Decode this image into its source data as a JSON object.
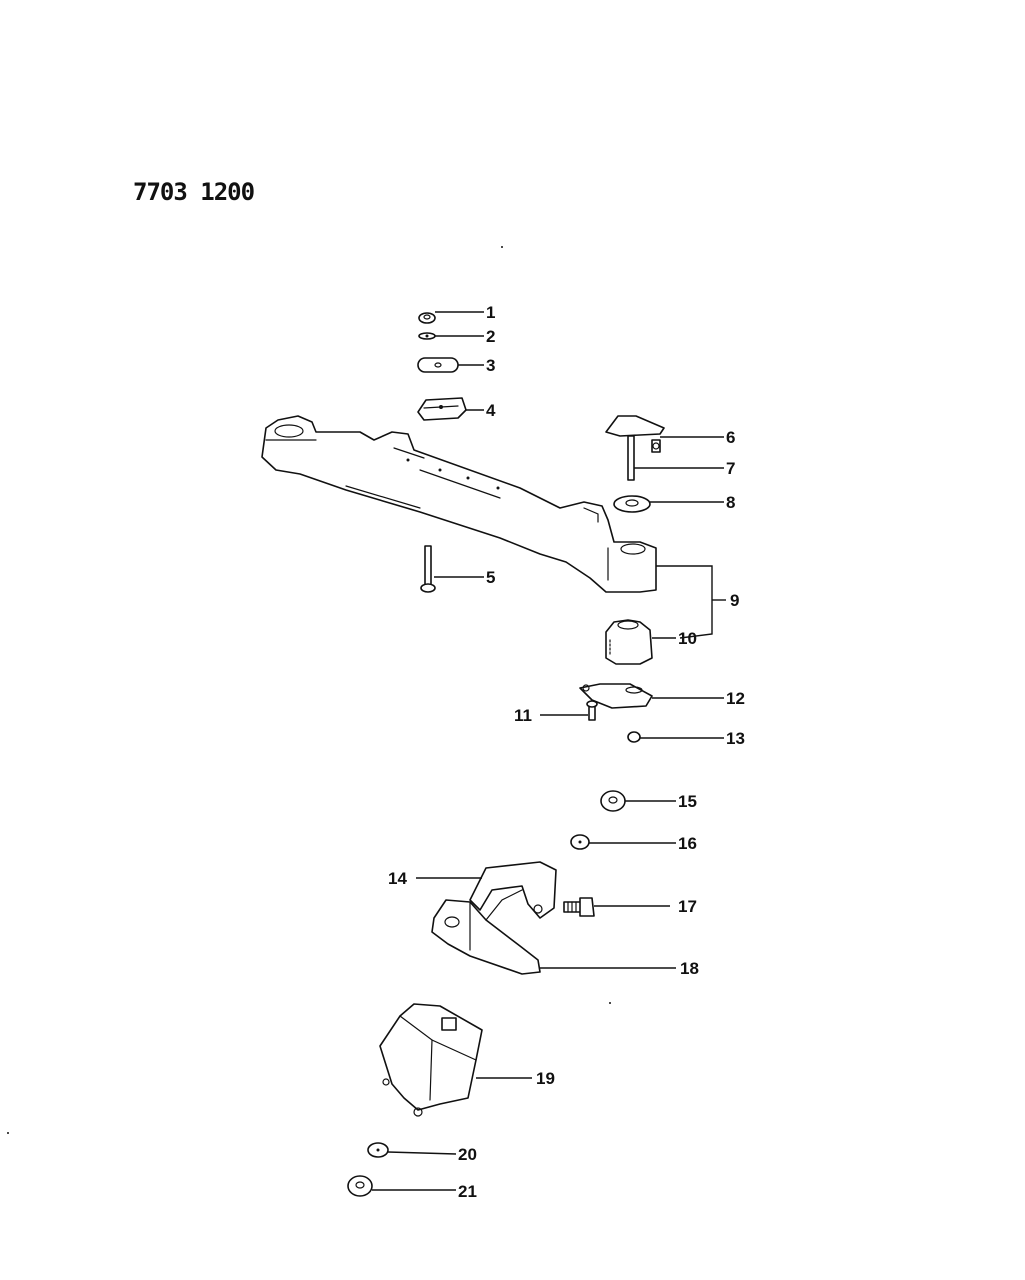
{
  "document": {
    "number": "7703 1200"
  },
  "callouts": [
    {
      "id": "1",
      "label": "1"
    },
    {
      "id": "2",
      "label": "2"
    },
    {
      "id": "3",
      "label": "3"
    },
    {
      "id": "4",
      "label": "4"
    },
    {
      "id": "5",
      "label": "5"
    },
    {
      "id": "6",
      "label": "6"
    },
    {
      "id": "7",
      "label": "7"
    },
    {
      "id": "8",
      "label": "8"
    },
    {
      "id": "9",
      "label": "9"
    },
    {
      "id": "10",
      "label": "10"
    },
    {
      "id": "11",
      "label": "11"
    },
    {
      "id": "12",
      "label": "12"
    },
    {
      "id": "13",
      "label": "13"
    },
    {
      "id": "14",
      "label": "14"
    },
    {
      "id": "15",
      "label": "15"
    },
    {
      "id": "16",
      "label": "16"
    },
    {
      "id": "17",
      "label": "17"
    },
    {
      "id": "18",
      "label": "18"
    },
    {
      "id": "19",
      "label": "19"
    },
    {
      "id": "20",
      "label": "20"
    },
    {
      "id": "21",
      "label": "21"
    }
  ]
}
